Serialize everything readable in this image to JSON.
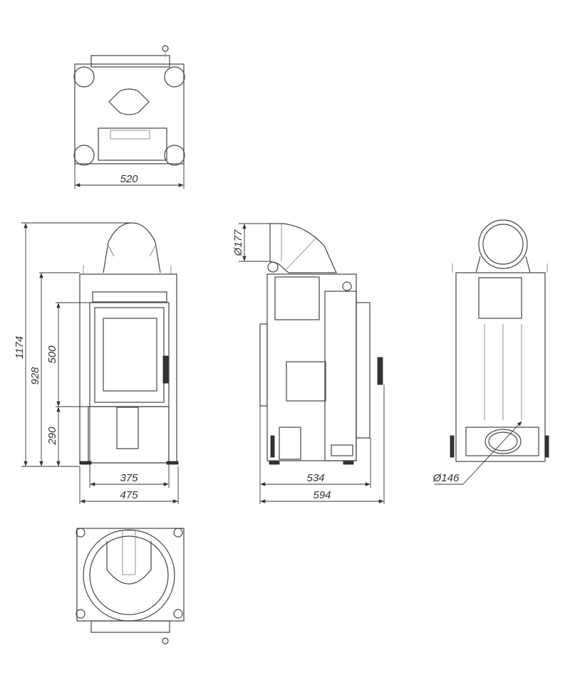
{
  "drawing": {
    "views": [
      "top-view",
      "front-view",
      "side-view",
      "rear-view",
      "bottom-view"
    ],
    "dimensions": {
      "top_width": "520",
      "total_height": "1174",
      "body_height": "928",
      "door_height": "500",
      "door_base_height": "290",
      "door_width": "375",
      "front_width": "475",
      "flue_diameter": "Ø177",
      "side_depth_body": "534",
      "side_depth_total": "594",
      "air_inlet_diameter": "Ø146"
    },
    "line_color": "#444444"
  }
}
